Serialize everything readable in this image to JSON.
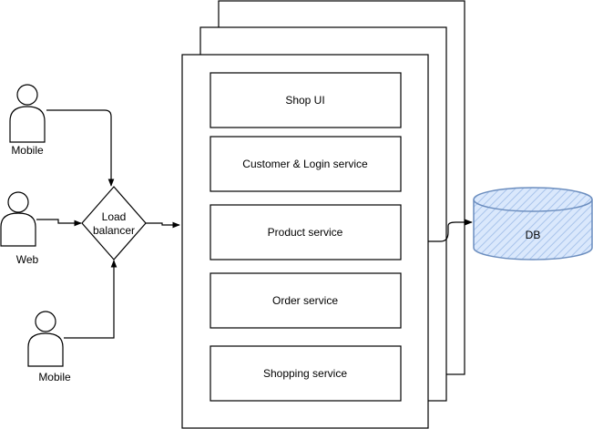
{
  "actors": {
    "mobile_top": "Mobile",
    "web": "Web",
    "mobile_bottom": "Mobile"
  },
  "load_balancer": {
    "line1": "Load",
    "line2": "balancer"
  },
  "services": [
    "Shop UI",
    "Customer & Login service",
    "Product service",
    "Order service",
    "Shopping service"
  ],
  "database": "DB",
  "colors": {
    "stroke": "#000000",
    "db_fill": "#dae8fc",
    "db_stroke": "#6c8ebf",
    "db_hatch": "#a9c4eb"
  }
}
